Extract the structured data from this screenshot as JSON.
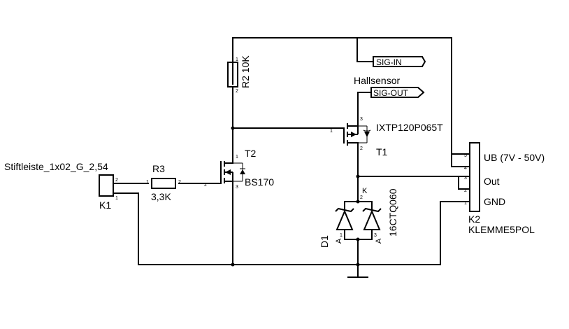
{
  "connector_k1": {
    "ref": "K1",
    "value": "Stiftleiste_1x02_G_2,54",
    "pins": [
      "2",
      "1"
    ]
  },
  "resistor_r3": {
    "ref": "R3",
    "value": "3,3K",
    "pins": [
      "1",
      "2"
    ]
  },
  "resistor_r2": {
    "label": "R2 10K",
    "pins": [
      "1",
      "2"
    ]
  },
  "transistor_t2": {
    "ref": "T2",
    "value": "BS170",
    "pins": [
      "2",
      "1",
      "3"
    ]
  },
  "transistor_t1": {
    "ref": "T1",
    "value": "IXTP120P065T",
    "pins": [
      "3",
      "1",
      "2"
    ]
  },
  "hall_sensor": {
    "title": "Hallsensor",
    "sig_in": "SIG-IN",
    "sig_out": "SIG-OUT"
  },
  "diode_d1": {
    "ref": "D1",
    "value": "16CTQ060",
    "anode": "A",
    "cathode": "K",
    "pins": [
      "2",
      "1",
      "3"
    ]
  },
  "connector_k2": {
    "ref": "K2",
    "value": "KLEMME5POL",
    "labels": [
      "UB (7V - 50V)",
      "Out",
      "GND"
    ],
    "pins": [
      "5",
      "4",
      "3",
      "2",
      "1"
    ]
  }
}
